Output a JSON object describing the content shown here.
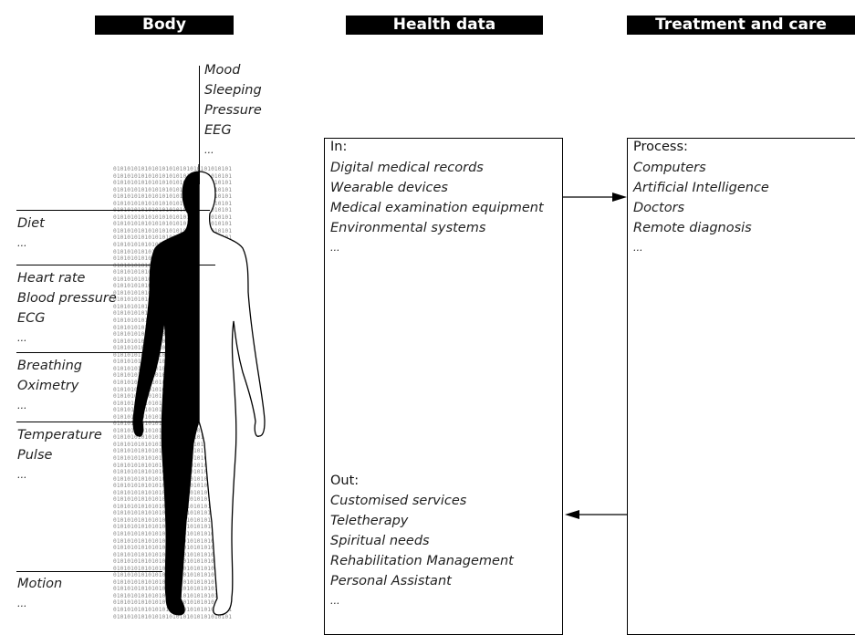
{
  "headers": {
    "body": "Body",
    "health_data": "Health data",
    "treatment": "Treatment and care"
  },
  "body_labels": {
    "head": [
      "Mood",
      "Sleeping",
      "Pressure",
      "EEG",
      "..."
    ],
    "diet": [
      "Diet",
      "..."
    ],
    "heart": [
      "Heart rate",
      "Blood pressure",
      "ECG",
      "..."
    ],
    "breathing": [
      "Breathing",
      "Oximetry",
      "..."
    ],
    "temperature": [
      "Temperature",
      "Pulse",
      "..."
    ],
    "motion": [
      "Motion",
      "..."
    ]
  },
  "binary_pattern": "0101010101010101010101010101010101",
  "health_in": {
    "title": "In:",
    "items": [
      "Digital medical records",
      "Wearable devices",
      "Medical examination equipment",
      "Environmental systems",
      "..."
    ]
  },
  "health_out": {
    "title": "Out:",
    "items": [
      "Customised services",
      "Teletherapy",
      "Spiritual needs",
      "Rehabilitation Management",
      "Personal Assistant",
      "..."
    ]
  },
  "process": {
    "title": "Process:",
    "items": [
      "Computers",
      "Artificial Intelligence",
      "Doctors",
      "Remote diagnosis",
      "..."
    ]
  },
  "colors": {
    "header_bg": "#000000",
    "header_text": "#ffffff",
    "binary_text": "#8a8a8a",
    "line": "#000000"
  }
}
